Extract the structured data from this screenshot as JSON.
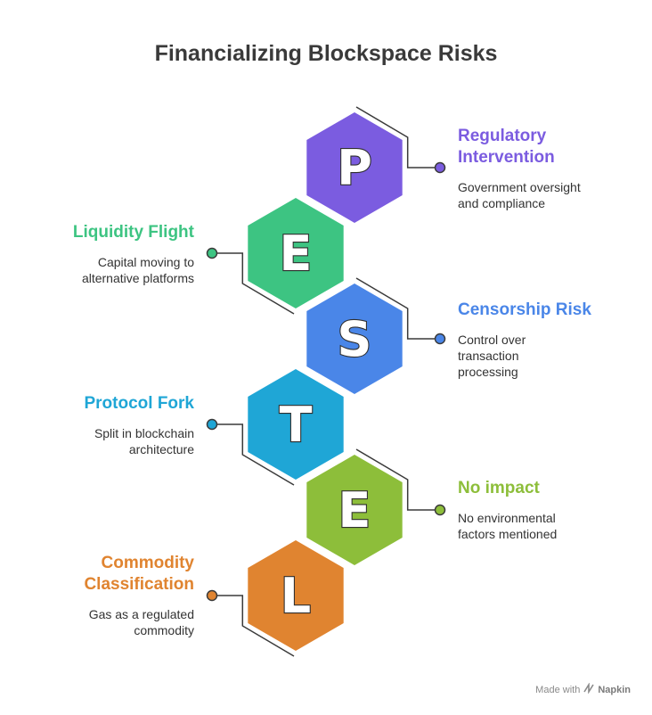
{
  "title": "Financializing Blockspace Risks",
  "items": [
    {
      "letter": "P",
      "heading": "Regulatory Intervention",
      "desc": "Government oversight and compliance",
      "color": "#7B5CE0",
      "side": "right"
    },
    {
      "letter": "E",
      "heading": "Liquidity Flight",
      "desc": "Capital moving to alternative platforms",
      "color": "#3DC482",
      "side": "left"
    },
    {
      "letter": "S",
      "heading": "Censorship Risk",
      "desc": "Control over transaction processing",
      "color": "#4A86E8",
      "side": "right"
    },
    {
      "letter": "T",
      "heading": "Protocol Fork",
      "desc": "Split in blockchain architecture",
      "color": "#1FA6D6",
      "side": "left"
    },
    {
      "letter": "E",
      "heading": "No impact",
      "desc": "No environmental factors mentioned",
      "color": "#8DBE3A",
      "side": "right"
    },
    {
      "letter": "L",
      "heading": "Commodity Classification",
      "desc": "Gas as a regulated commodity",
      "color": "#E08430",
      "side": "left"
    }
  ],
  "watermark": {
    "prefix": "Made with",
    "brand": "Napkin"
  }
}
